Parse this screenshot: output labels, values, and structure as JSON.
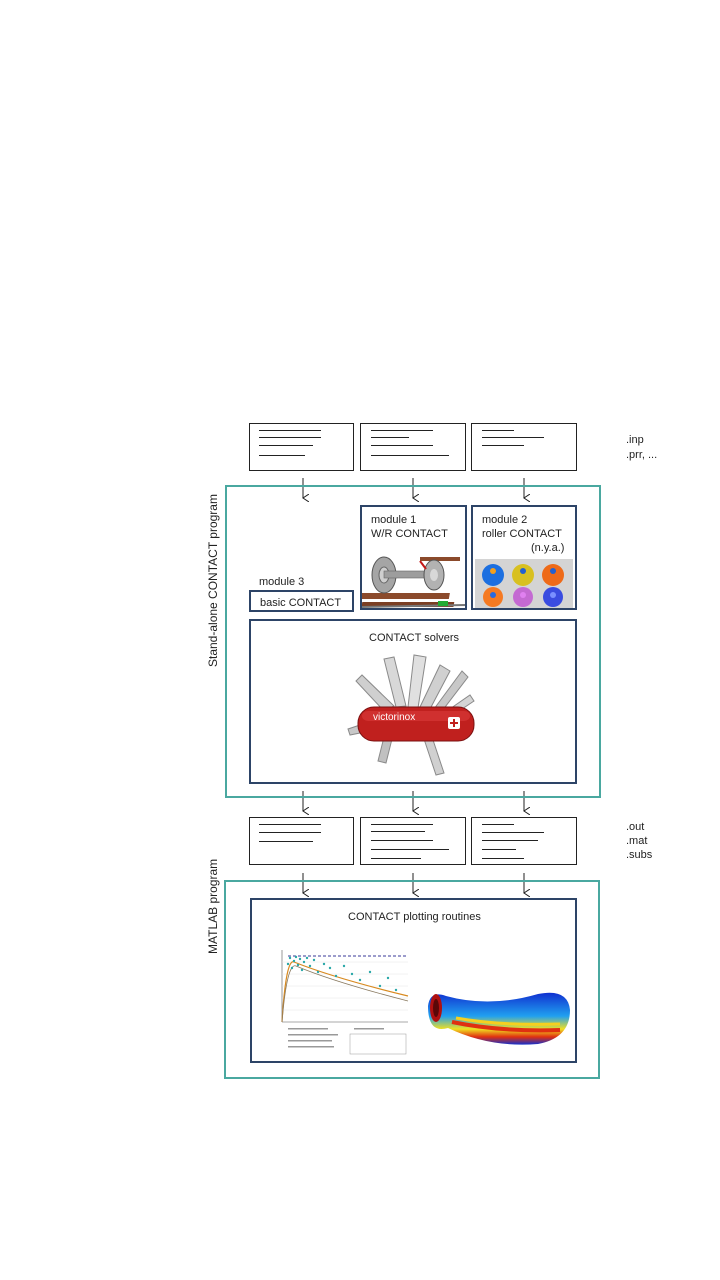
{
  "input_files": {
    "ext1": ".inp",
    "ext2": ".prr, ..."
  },
  "output_files": {
    "ext1": ".out",
    "ext2": ".mat",
    "ext3": ".subs"
  },
  "standalone": {
    "title": "Stand-alone CONTACT program",
    "module1": {
      "line1": "module 1",
      "line2": "W/R CONTACT"
    },
    "module2": {
      "line1": "module 2",
      "line2": "roller CONTACT",
      "line3": "(n.y.a.)"
    },
    "module3": {
      "label": "module 3",
      "box": "basic CONTACT"
    },
    "solvers": {
      "title": "CONTACT solvers",
      "brand": "victorinox"
    }
  },
  "matlab": {
    "title": "MATLAB program",
    "plotting": {
      "title": "CONTACT plotting routines"
    }
  },
  "colors": {
    "teal": "#4aa8a0",
    "navy": "#2d4467",
    "knife_red": "#c0201e"
  },
  "icons": {
    "wheelset": "wheelset-image",
    "rollers": "roller-spheres-image",
    "knife": "swiss-army-knife-image",
    "plot": "friction-curve-plot-image",
    "contour": "contact-pressure-contour-image"
  }
}
